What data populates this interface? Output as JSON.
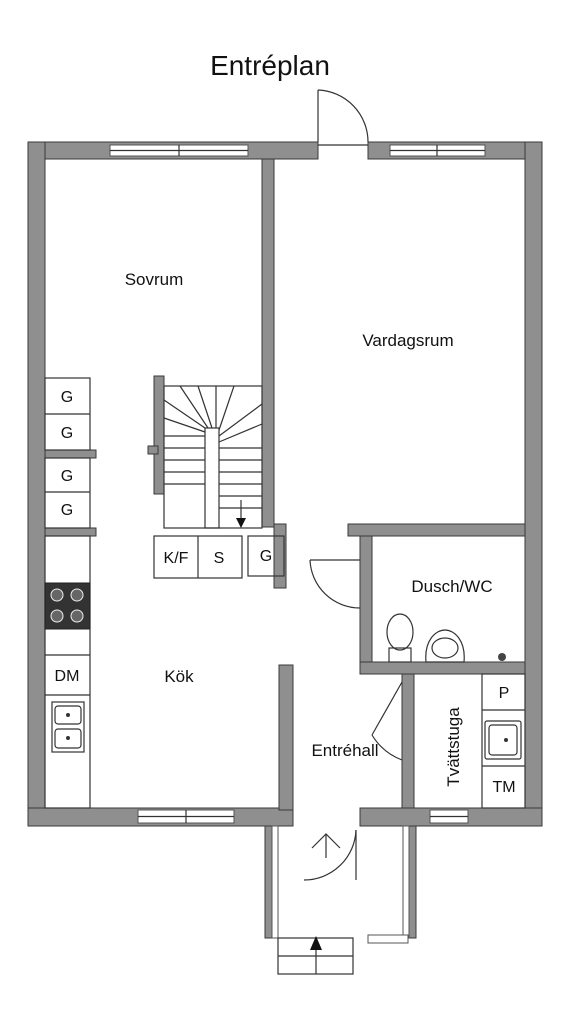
{
  "title": "Entréplan",
  "rooms": {
    "sovrum": "Sovrum",
    "vardagsrum": "Vardagsrum",
    "dusch_wc": "Dusch/WC",
    "kok": "Kök",
    "entrehall": "Entréhall",
    "tvattstuga": "Tvättstuga"
  },
  "fixtures": {
    "g1": "G",
    "g2": "G",
    "g3": "G",
    "g4": "G",
    "g5": "G",
    "kf": "K/F",
    "s": "S",
    "dm": "DM",
    "p": "P",
    "tm": "TM"
  },
  "colors": {
    "wall": "#8f8f8f",
    "outline": "#333333",
    "background": "#ffffff"
  }
}
